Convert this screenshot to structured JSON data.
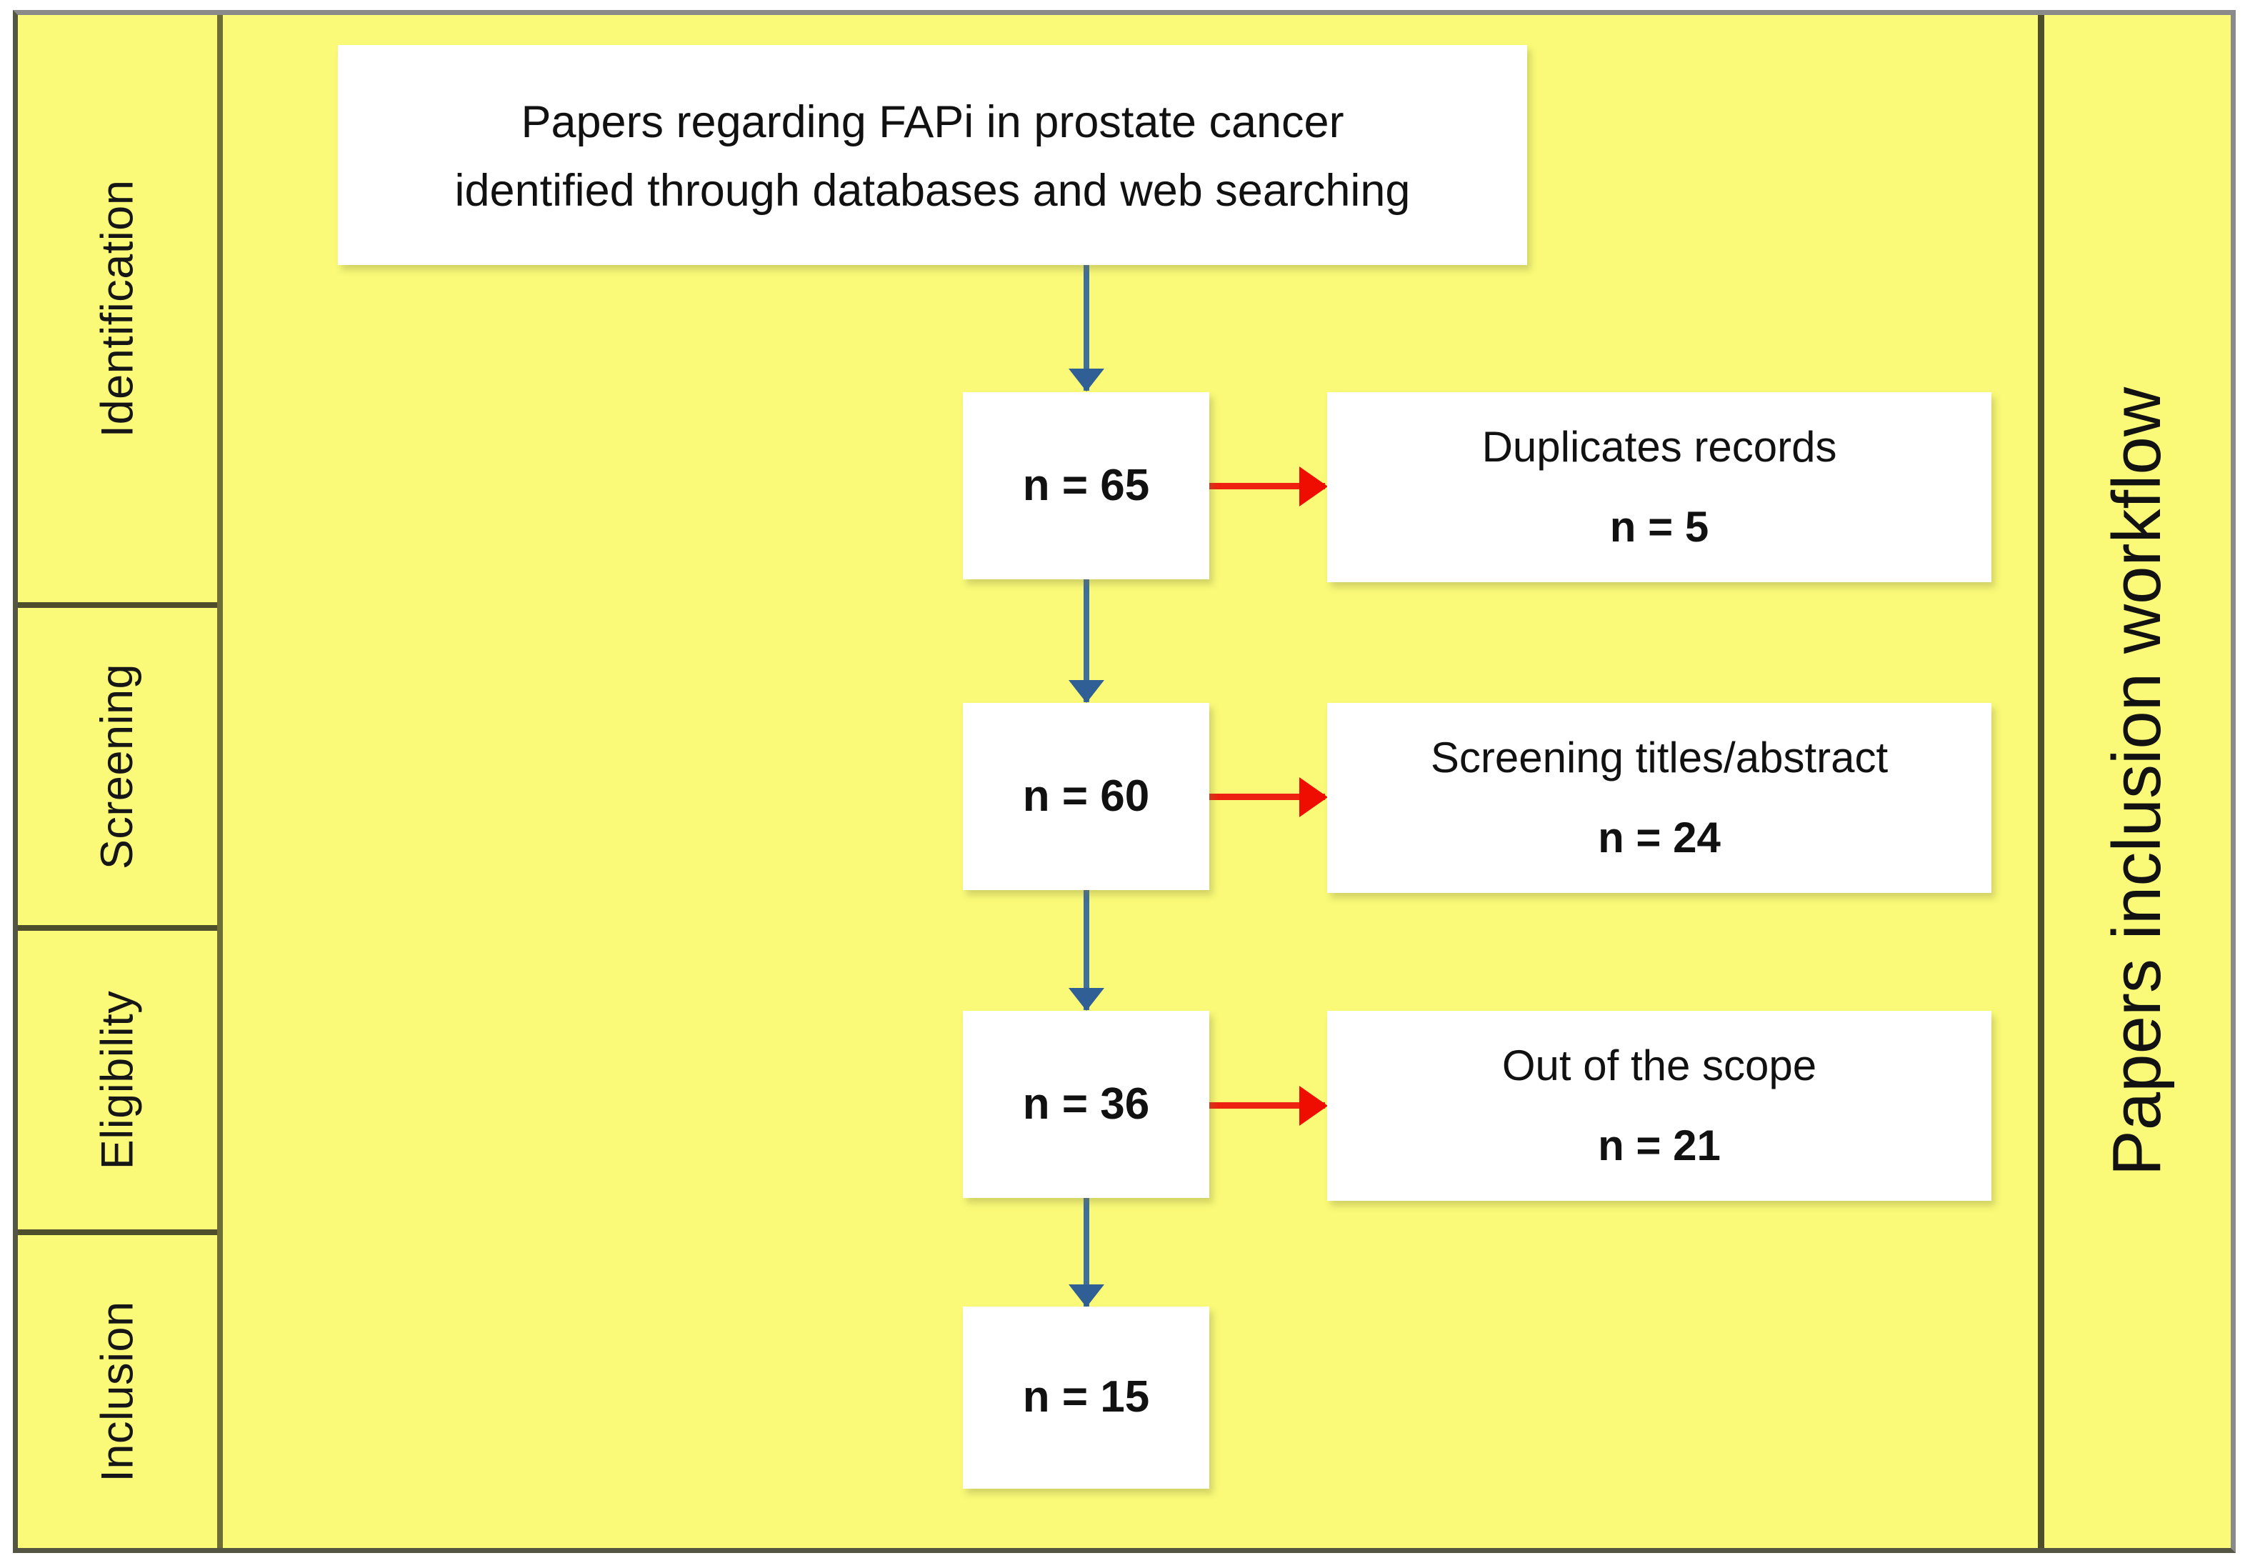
{
  "diagram": {
    "title": "Papers inclusion workflow",
    "colors": {
      "background": "#fafa78",
      "frame_border": "#555544",
      "divider": "#4e4e2c",
      "box_fill": "#ffffff",
      "flow_arrow": "#3f6f9c",
      "exclusion_arrow": "#ee2211",
      "text": "#111111"
    },
    "stages": [
      {
        "label": "Identification"
      },
      {
        "label": "Screening"
      },
      {
        "label": "Eligibility"
      },
      {
        "label": "Inclusion"
      }
    ],
    "source_box": {
      "line1": "Papers regarding FAPi in prostate cancer",
      "line2": "identified through databases and web searching"
    },
    "counts": [
      {
        "id": "identified",
        "label": "n = 65",
        "value": 65
      },
      {
        "id": "deduplicated",
        "label": "n = 60",
        "value": 60
      },
      {
        "id": "eligible",
        "label": "n = 36",
        "value": 36
      },
      {
        "id": "included",
        "label": "n = 15",
        "value": 15
      }
    ],
    "exclusions": [
      {
        "id": "duplicates",
        "reason": "Duplicates records",
        "label": "n = 5",
        "value": 5
      },
      {
        "id": "screening",
        "reason": "Screening titles/abstract",
        "label": "n = 24",
        "value": 24
      },
      {
        "id": "scope",
        "reason": "Out of the scope",
        "label": "n = 21",
        "value": 21
      }
    ]
  }
}
